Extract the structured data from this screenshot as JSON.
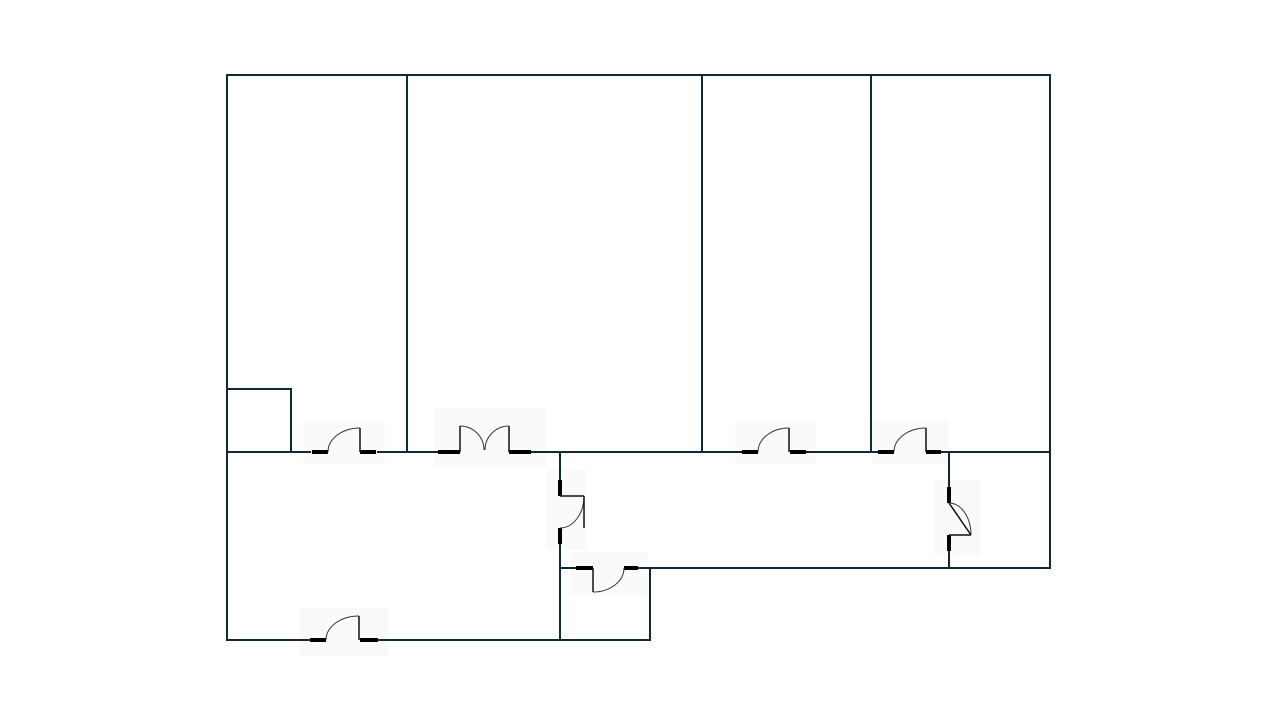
{
  "colors": {
    "background": "#ffffff",
    "wall": "#0f2a35",
    "door_jamb": "#000000",
    "door_backdrop": "#fafafa"
  },
  "rooms": [
    "room-1",
    "room-2",
    "room-3",
    "room-4",
    "closet",
    "lobby",
    "corridor",
    "vestibule",
    "small-room"
  ],
  "doors": [
    "door-1",
    "door-2-double",
    "door-3",
    "door-4",
    "door-5",
    "door-6",
    "door-7",
    "entry-door"
  ]
}
